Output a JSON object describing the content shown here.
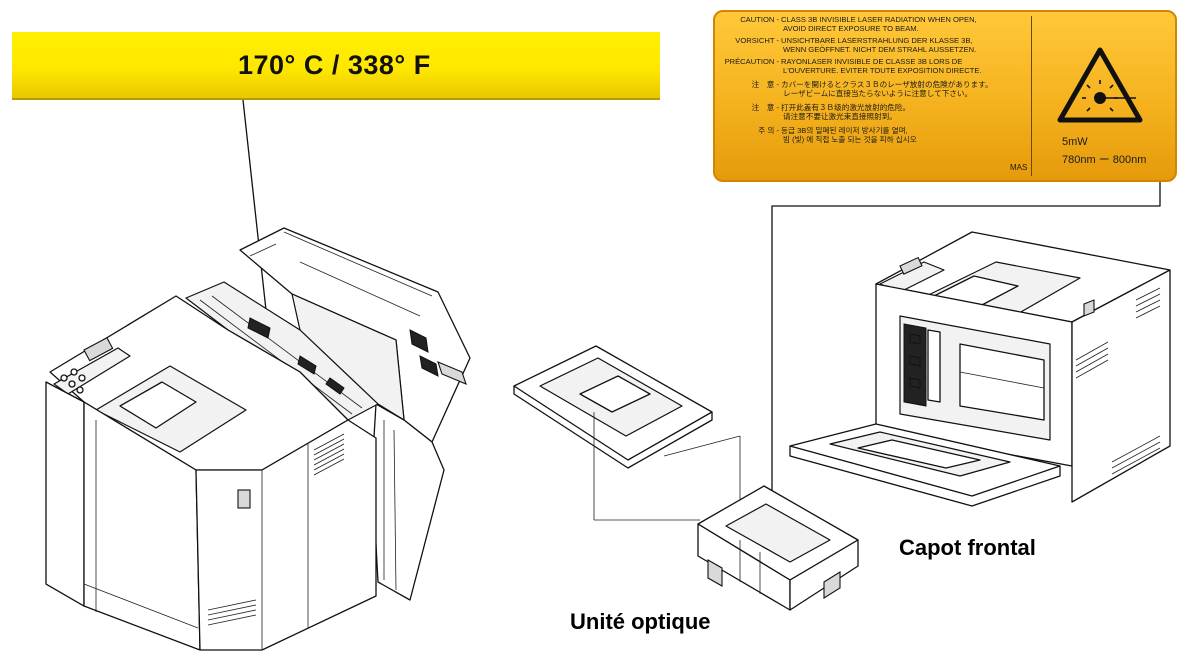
{
  "heat_label": {
    "temperature_text": "170° C / 338° F",
    "icon": "hot-surface-warning-icon",
    "color": "#ffea00"
  },
  "laser_label": {
    "color": "#f4ad1a",
    "lines": [
      {
        "key": "CAUTION -",
        "text": "CLASS 3B INVISIBLE LASER RADIATION WHEN OPEN,"
      },
      {
        "key": "",
        "text": "AVOID DIRECT EXPOSURE TO BEAM."
      },
      {
        "key": "VORSICHT -",
        "text": "UNSICHTBARE LASERSTRAHLUNG DER KLASSE 3B,"
      },
      {
        "key": "",
        "text": "WENN GEÖFFNET. NICHT DEM STRAHL AUSSETZEN."
      },
      {
        "key": "PRÉCAUTION -",
        "text": "RAYONLASER INVISIBLE DE CLASSE 3B LORS DE"
      },
      {
        "key": "",
        "text": "L'OUVERTURE. EVITER TOUTE EXPOSITION DIRECTE."
      },
      {
        "key": "注　意 -",
        "text": "カバーを開けるとクラス３Ｂのレーザ放射の危険があります。"
      },
      {
        "key": "",
        "text": "レーザビームに直接当たらないように注意して下さい。"
      },
      {
        "key": "注　意 -",
        "text": "打开此盖有３Ｂ级的激光放射的危险。"
      },
      {
        "key": "",
        "text": "请注意不要让激光束直接照射到。"
      },
      {
        "key": "주 의 -",
        "text": "등급 3B의 밀폐된 레이저 방사기를 열며,"
      },
      {
        "key": "",
        "text": "빔 (빛) 에 직접 노출 되는 것을 피하 십시오"
      }
    ],
    "manufacturer_mark": "MAS",
    "icon": "laser-warning-icon",
    "power": "5mW",
    "wavelength": "780nm ー 800nm"
  },
  "captions": {
    "front_cover": "Capot frontal",
    "optical_unit": "Unité optique"
  }
}
